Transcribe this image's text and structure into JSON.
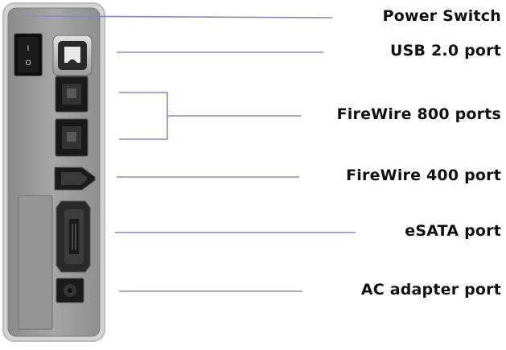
{
  "labels": {
    "power_switch": "Power Switch",
    "usb_port": "USB 2.0 port",
    "firewire800_ports": "FireWire 800 ports",
    "firewire400_port": "FireWire 400 port",
    "esata_port": "eSATA port",
    "ac_adapter_port": "AC adapter port"
  },
  "switch_marks": {
    "on": "I",
    "off": "O"
  },
  "colors": {
    "leader_line": "#8a88c4",
    "panel_fill": "#9c9c9c",
    "panel_edge": "#d0d0d0"
  }
}
